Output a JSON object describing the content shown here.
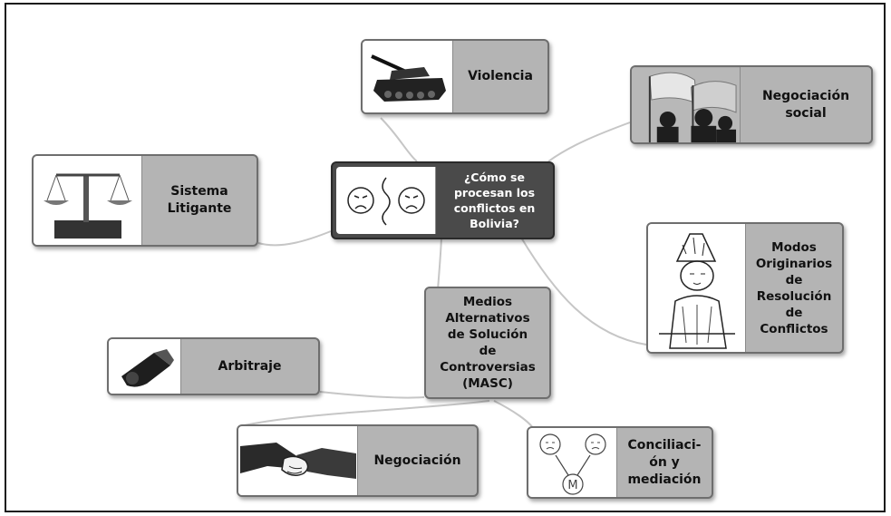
{
  "central": {
    "lines": [
      "¿Cómo se",
      "procesan los",
      "conflictos en",
      "Bolivia?"
    ],
    "icon": "sad-faces-icon"
  },
  "nodes": {
    "violencia": {
      "lines": [
        "Violencia"
      ],
      "icon": "tank-icon"
    },
    "negociacion_social": {
      "lines": [
        "Negociación",
        "social"
      ],
      "icon": "protest-flags-icon"
    },
    "sistema_litigante": {
      "lines": [
        "Sistema",
        "Litigante"
      ],
      "icon": "scales-of-justice-icon"
    },
    "modos_originarios": {
      "lines": [
        "Modos",
        "Originarios",
        "de",
        "Resolución",
        "de",
        "Conflictos"
      ],
      "icon": "indigenous-figure-icon"
    },
    "masc": {
      "lines": [
        "Medios",
        "Alternativos",
        "de Solución",
        "de",
        "Controversias",
        "(MASC)"
      ]
    },
    "arbitraje": {
      "lines": [
        "Arbitraje"
      ],
      "icon": "whistle-icon"
    },
    "negociacion": {
      "lines": [
        "Negociación"
      ],
      "icon": "handshake-icon"
    },
    "conciliacion": {
      "lines": [
        "Conciliaci-",
        "ón y",
        "mediación"
      ],
      "icon": "mediation-faces-icon",
      "mediator_letter": "M"
    }
  },
  "colors": {
    "node_fill": "#b4b4b4",
    "central_fill": "#4a4a4a",
    "connector": "#c8c8c8"
  }
}
